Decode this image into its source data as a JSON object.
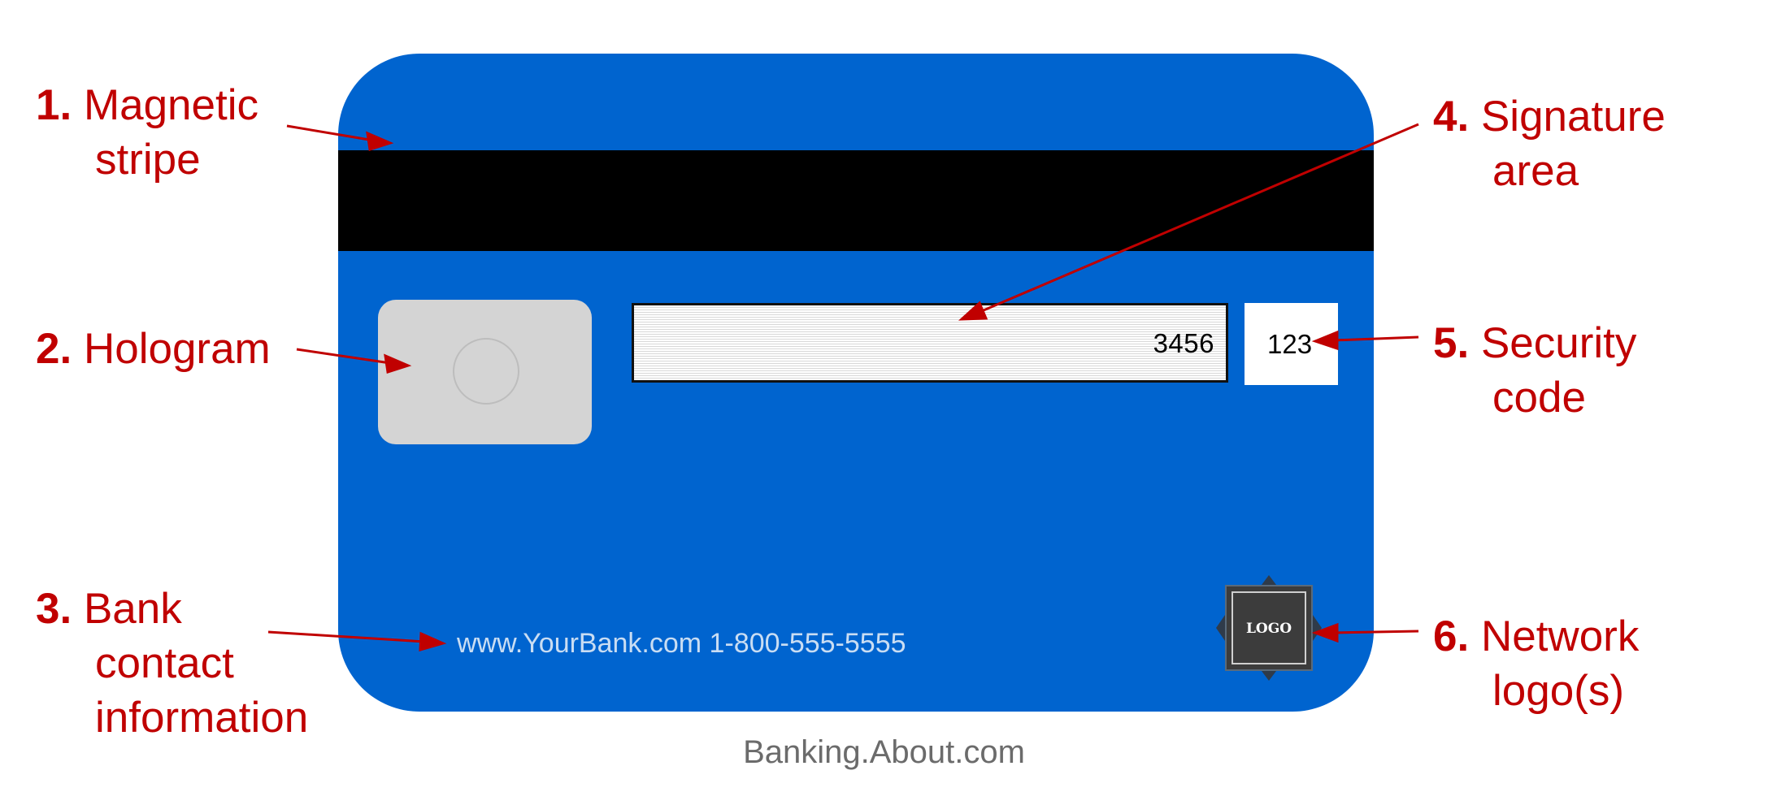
{
  "card": {
    "signature_digits": "3456",
    "security_code": "123",
    "contact": "www.YourBank.com 1-800-555-5555",
    "logo_text": "LOGO"
  },
  "labels": [
    {
      "number": "1.",
      "lines": [
        "Magnetic",
        "stripe"
      ]
    },
    {
      "number": "2.",
      "lines": [
        "Hologram"
      ]
    },
    {
      "number": "3.",
      "lines": [
        "Bank",
        "contact",
        "information"
      ]
    },
    {
      "number": "4.",
      "lines": [
        "Signature",
        "area"
      ]
    },
    {
      "number": "5.",
      "lines": [
        "Security",
        "code"
      ]
    },
    {
      "number": "6.",
      "lines": [
        "Network",
        "logo(s)"
      ]
    }
  ],
  "footer": "Banking.About.com",
  "colors": {
    "card_blue": "#0064cf",
    "label_red": "#c00000",
    "stripe_black": "#000000",
    "hologram_gray": "#d4d4d4"
  }
}
